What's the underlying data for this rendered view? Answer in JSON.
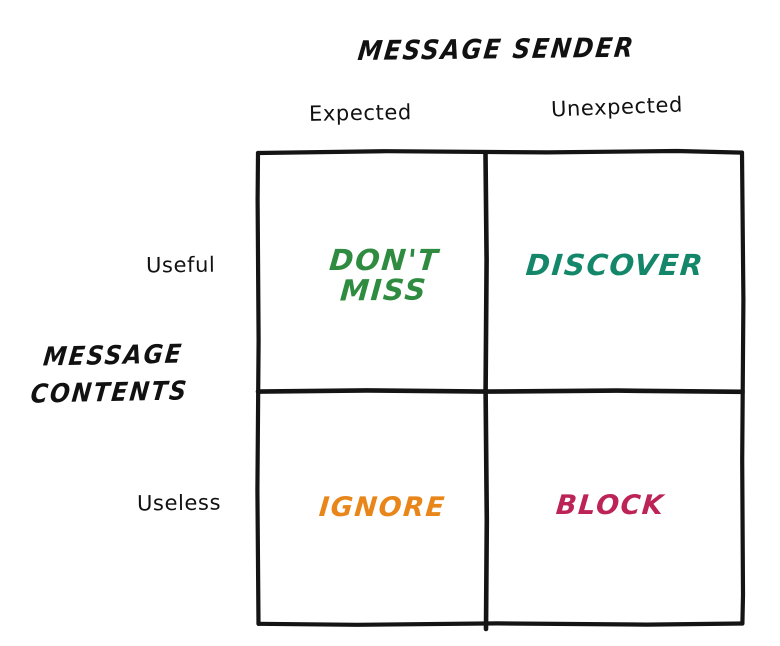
{
  "diagram": {
    "type": "2x2-matrix",
    "background_color": "#ffffff",
    "line_color": "#141414",
    "title": "MESSAGE SENDER",
    "x_axis": {
      "label": "MESSAGE SENDER",
      "categories": [
        "Expected",
        "Unexpected"
      ]
    },
    "y_axis": {
      "label_line1": "MESSAGE",
      "label_line2": "CONTENTS",
      "label": "MESSAGE CONTENTS",
      "categories": [
        "Useful",
        "Useless"
      ]
    },
    "quadrants": [
      {
        "id": "useful-expected",
        "row": "Useful",
        "column": "Expected",
        "label_line1": "DON'T",
        "label_line2": "MISS",
        "label": "DON'T MISS",
        "color": "#2E8B3F"
      },
      {
        "id": "useful-unexpected",
        "row": "Useful",
        "column": "Unexpected",
        "label": "DISCOVER",
        "color": "#14866A"
      },
      {
        "id": "useless-expected",
        "row": "Useless",
        "column": "Expected",
        "label": "IGNORE",
        "color": "#E8861A"
      },
      {
        "id": "useless-unexpected",
        "row": "Useless",
        "column": "Unexpected",
        "label": "BLOCK",
        "color": "#BC2356"
      }
    ]
  }
}
